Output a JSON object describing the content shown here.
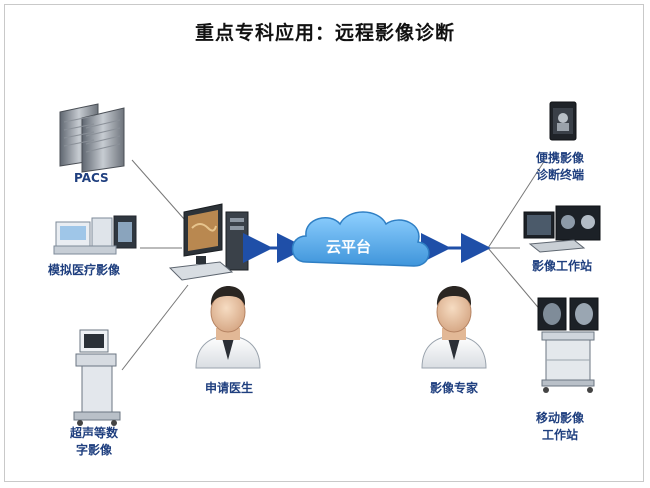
{
  "title": "重点专科应用：远程影像诊断",
  "left_devices": {
    "pacs": "PACS",
    "analog": "模拟医疗影像",
    "ultrasound": "超声等数\n字影像"
  },
  "center": {
    "cloud": "云平台",
    "requesting_doctor": "申请医生",
    "imaging_expert": "影像专家"
  },
  "right_devices": {
    "portable": "便携影像\n诊断终端",
    "workstation": "影像工作站",
    "mobile": "移动影像\n工作站"
  },
  "colors": {
    "label": "#1f3f7f",
    "arrow": "#1f4fa8",
    "cloud": "#4aa6e6",
    "line": "#777777"
  }
}
